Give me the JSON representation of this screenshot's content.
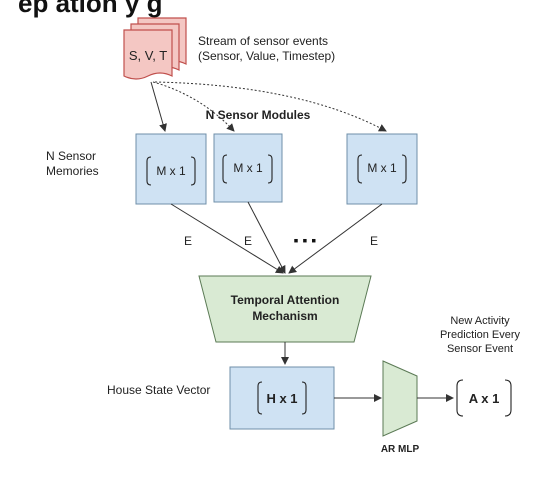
{
  "header_fragment": "ep         ation        y     g",
  "event_stack": {
    "label": "S, V, T",
    "color": "#f4c7c3",
    "stroke": "#c0504d"
  },
  "stream_caption": {
    "line1": "Stream of sensor events",
    "line2": "(Sensor, Value, Timestep)"
  },
  "modules_title": "N Sensor Modules",
  "memories_caption": {
    "line1": "N Sensor",
    "line2": "Memories"
  },
  "memory_boxes": [
    {
      "label": "M x 1"
    },
    {
      "label": "M x 1"
    },
    {
      "label": "M x 1"
    }
  ],
  "ellipsis": "▪  ▪  ▪",
  "edge_labels": [
    "E",
    "E",
    "E"
  ],
  "attention": {
    "line1": "Temporal Attention",
    "line2": "Mechanism",
    "color": "#d9ead3"
  },
  "house_state_caption": "House State Vector",
  "house_state_box": {
    "label": "H x 1"
  },
  "ar_mlp_caption": "AR MLP",
  "output_box": {
    "label": "A x 1"
  },
  "prediction_caption": {
    "line1": "New Activity",
    "line2": "Prediction Every",
    "line3": "Sensor Event"
  },
  "colors": {
    "memory_fill": "#cfe2f3",
    "memory_stroke": "#6f8fa8",
    "mlp_fill": "#d9ead3",
    "line": "#333333"
  }
}
